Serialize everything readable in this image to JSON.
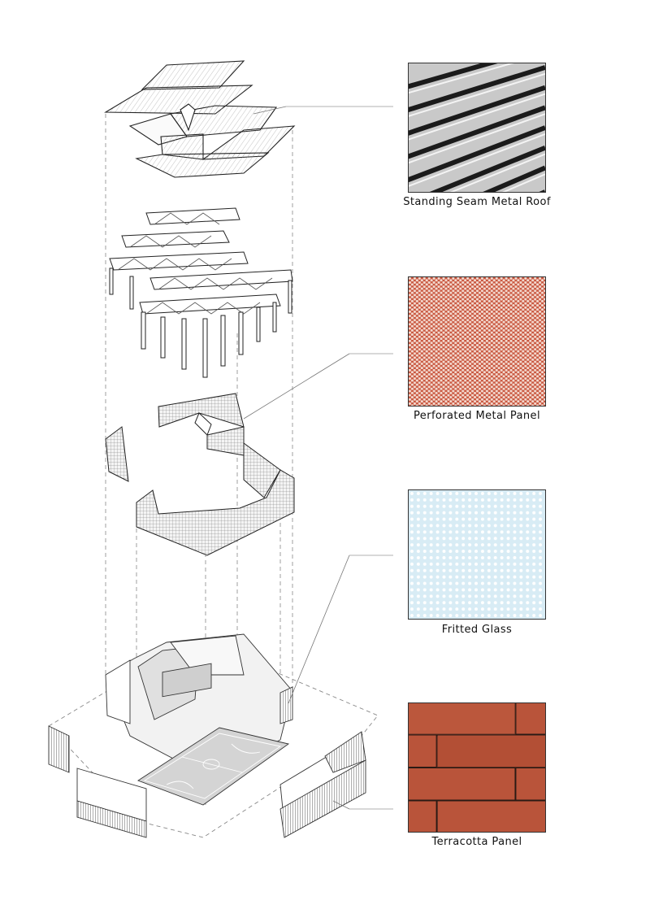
{
  "materials": [
    {
      "label": "Standing Seam Metal Roof",
      "pattern": "standing-seam",
      "colors": {
        "base": "#c9c9c9",
        "dark": "#1b1b1b"
      }
    },
    {
      "label": "Perforated Metal Panel",
      "pattern": "perforated-dots",
      "colors": {
        "base": "#c9573f",
        "hole": "#f3d9cf"
      }
    },
    {
      "label": "Fritted Glass",
      "pattern": "frit-dots",
      "colors": {
        "base": "#d8ecf5",
        "dot": "#ffffff"
      }
    },
    {
      "label": "Terracotta Panel",
      "pattern": "terracotta-bricks",
      "colors": {
        "base": "#b9543a",
        "joint": "#2a1a14"
      }
    }
  ]
}
